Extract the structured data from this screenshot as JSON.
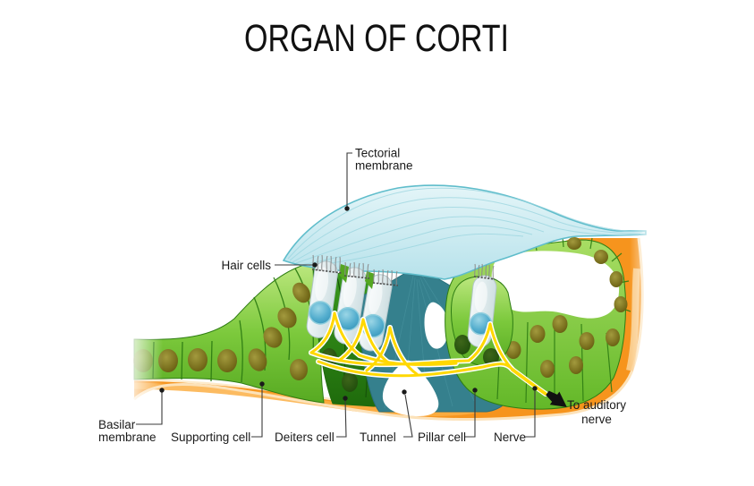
{
  "title": "ORGAN OF CORTI",
  "labels": {
    "tectorial_membrane": {
      "line1": "Tectorial",
      "line2": "membrane"
    },
    "hair_cells": "Hair cells",
    "basilar_membrane": {
      "line1": "Basilar",
      "line2": "membrane"
    },
    "supporting_cell": "Supporting cell",
    "deiters_cell": "Deiters cell",
    "tunnel": "Tunnel",
    "pillar_cell": "Pillar cell",
    "nerve": "Nerve",
    "to_auditory_nerve": {
      "line1": "To auditory",
      "line2": "nerve"
    }
  },
  "colors": {
    "background": "#FFFFFF",
    "title_text": "#111111",
    "label_text": "#1A1A1A",
    "leader_line": "#3A3A3A",
    "tectorial_membrane_fill": "#C7E9EF",
    "tectorial_membrane_edge": "#5FBDCB",
    "supporting_cell_green": "#8CCF45",
    "cell_outline_green": "#2E7D13",
    "deiters_cell_green": "#2E8C15",
    "olive_nucleus": "#756B1A",
    "pillar_cell_teal": "#35808D",
    "tunnel_white": "#FFFFFF",
    "basilar_membrane_orange": "#F6941D",
    "basilar_membrane_light": "#FBB04A",
    "basilar_membrane_pale": "#FDE9C9",
    "nerve_yellow": "#FFD800",
    "hair_cell_body": "#E1EBED",
    "hair_cell_nucleus": "#44A3C7",
    "stereocilia_gray": "#8A8A8A",
    "arrow_black": "#111111"
  }
}
